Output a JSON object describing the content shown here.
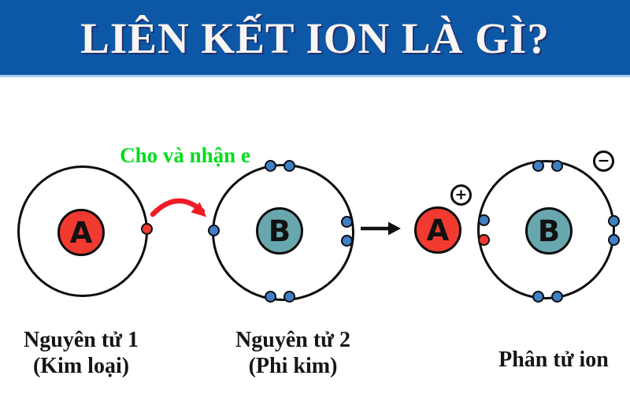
{
  "colors": {
    "banner_blue": "#0d57a7",
    "banner_edge": "#a9cdec",
    "title_text": "#f8f5f2",
    "title_shadow": "#23306b",
    "annotation_green": "#00dd1c",
    "nucleus_red": "#f13a30",
    "nucleus_teal": "#69a7af",
    "electron_blue": "#3f7fc6",
    "outline_ink": "#0d0d0d",
    "arrow_red": "#ee1c25",
    "caption_ink": "#151515"
  },
  "header": {
    "title": "LIÊN KẾT ION LÀ GÌ?"
  },
  "diagram": {
    "transfer_label": "Cho và nhận e",
    "atom1": {
      "symbol": "A"
    },
    "atom2": {
      "symbol": "B"
    },
    "product": {
      "cation_symbol": "A",
      "cation_charge": "+",
      "anion_symbol": "B",
      "anion_charge": "−"
    }
  },
  "captions": {
    "atom1_line1": "Nguyên tử 1",
    "atom1_line2": "(Kim loại)",
    "atom2_line1": "Nguyên tử 2",
    "atom2_line2": "(Phi kim)",
    "product": "Phân tử ion"
  }
}
